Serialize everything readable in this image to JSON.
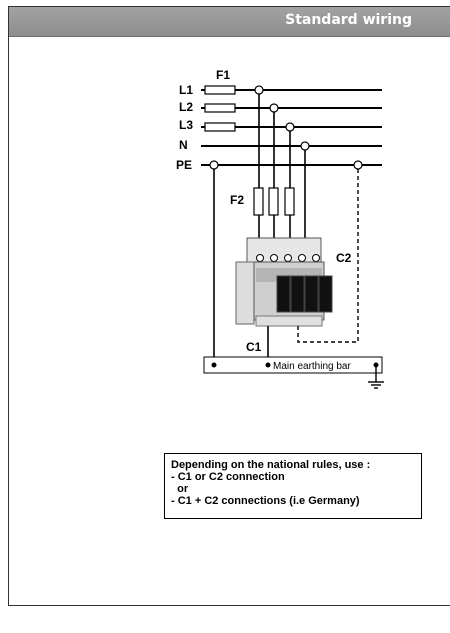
{
  "header": {
    "title": "Standard wiring"
  },
  "diagram": {
    "lines": {
      "l1": "L1",
      "l2": "L2",
      "l3": "L3",
      "n": "N",
      "pe": "PE"
    },
    "fuse_f1": "F1",
    "fuse_f2": "F2",
    "conn_c1": "C1",
    "conn_c2": "C2",
    "earthing_bar": "Main earthing bar"
  },
  "note": {
    "lines": [
      "Depending on the national rules, use :",
      "- C1 or C2 connection",
      "  or",
      "- C1 + C2 connections (i.e Germany)"
    ]
  }
}
